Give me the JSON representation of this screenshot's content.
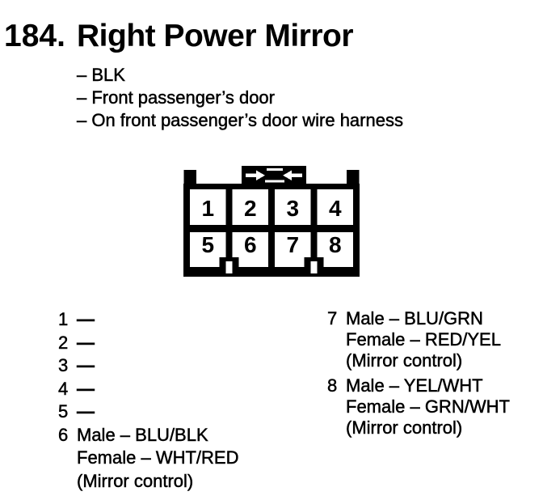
{
  "colors": {
    "ink": "#000000",
    "paper": "#ffffff"
  },
  "header": {
    "number": "184.",
    "title": "Right Power Mirror"
  },
  "notes": [
    "– BLK",
    "– Front passenger’s door",
    "– On front passenger’s door wire harness"
  ],
  "connector": {
    "pins": [
      "1",
      "2",
      "3",
      "4",
      "5",
      "6",
      "7",
      "8"
    ]
  },
  "pin_table": {
    "left": [
      {
        "num": "1",
        "lines": [
          "—"
        ]
      },
      {
        "num": "2",
        "lines": [
          "—"
        ]
      },
      {
        "num": "3",
        "lines": [
          "—"
        ]
      },
      {
        "num": "4",
        "lines": [
          "—"
        ]
      },
      {
        "num": "5",
        "lines": [
          "—"
        ]
      },
      {
        "num": "6",
        "lines": [
          "Male – BLU/BLK",
          "Female – WHT/RED",
          "(Mirror control)"
        ]
      }
    ],
    "right": [
      {
        "num": "7",
        "lines": [
          "Male – BLU/GRN",
          "Female – RED/YEL",
          "(Mirror control)"
        ]
      },
      {
        "num": "8",
        "lines": [
          "Male – YEL/WHT",
          "Female – GRN/WHT",
          "(Mirror control)"
        ]
      }
    ]
  }
}
